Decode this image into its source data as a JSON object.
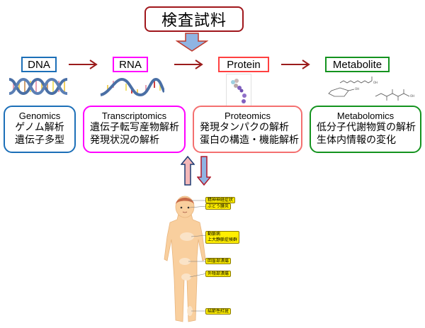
{
  "title": "検査試料",
  "colors": {
    "dna": "#1c6fb8",
    "rna": "#ff00ff",
    "protein": "#ff4040",
    "metabolite": "#14931f",
    "arrow": "#9b1c1c",
    "sample_border": "#a0171c",
    "down_arrow_fill": "#8fb4e3",
    "label_bg": "#ffee00",
    "skin": "#f9cf9e"
  },
  "flow": [
    {
      "label": "DNA",
      "image": "dna-double-helix"
    },
    {
      "label": "RNA",
      "image": "rna-strand"
    },
    {
      "label": "Protein",
      "image": "protein-structure"
    },
    {
      "label": "Metabolite",
      "image": "metabolite-molecules"
    }
  ],
  "cards": [
    {
      "title": "Genomics",
      "lines": [
        "ゲノム解析",
        "遺伝子多型"
      ]
    },
    {
      "title": "Transcriptomics",
      "lines": [
        "遺伝子転写産物解析",
        "発現状況の解析"
      ]
    },
    {
      "title": "Proteomics",
      "lines": [
        "発現タンパクの解析",
        "蛋白の構造・機能解析"
      ]
    },
    {
      "title": "Metabolomics",
      "lines": [
        "低分子代謝物質の解析",
        "生体内情報の変化"
      ]
    }
  ],
  "body_labels": [
    {
      "text": "精神神経症状"
    },
    {
      "text": "ぶどう膜炎"
    },
    {
      "text": "動脈病"
    },
    {
      "text": "上大静脈症候群"
    },
    {
      "text": "回盲部潰瘍"
    },
    {
      "text": "外陰部潰瘍"
    },
    {
      "text": "結節性紅斑"
    }
  ]
}
